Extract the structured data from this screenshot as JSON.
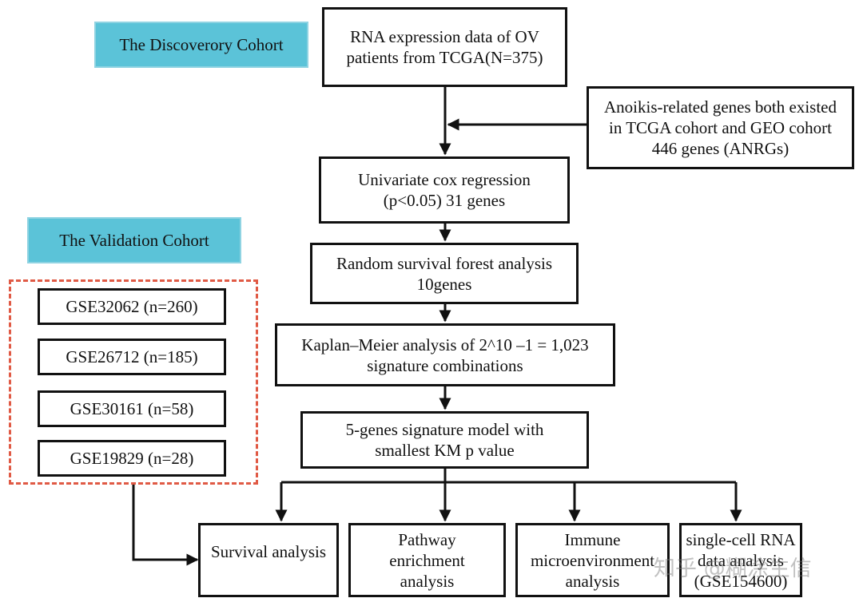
{
  "cohorts": {
    "discovery": "The Discoverory Cohort",
    "validation": "The Validation Cohort"
  },
  "steps": {
    "rna": "RNA expression data of OV\npatients from TCGA(N=375)",
    "anoikis": "Anoikis-related genes both existed\nin TCGA cohort and GEO cohort\n446 genes (ANRGs)",
    "univariate": "Univariate cox regression\n(p<0.05)  31 genes",
    "rsf": "Random survival forest analysis\n10genes",
    "km": "Kaplan–Meier analysis of 2^10 –1 = 1,023\nsignature combinations",
    "model": "5-genes signature model with\nsmallest KM p value"
  },
  "validation_sets": [
    "GSE32062 (n=260)",
    "GSE26712 (n=185)",
    "GSE30161 (n=58)",
    "GSE19829 (n=28)"
  ],
  "outputs": [
    "Survival analysis",
    "Pathway\nenrichment\nanalysis",
    "Immune\nmicroenvironment\nanalysis",
    "single-cell RNA\ndata analysis\n(GSE154600)"
  ],
  "watermark": "知乎 @糊涂生信",
  "colors": {
    "cohort_fill": "#5bc3d8",
    "dashed_border": "#e05a45",
    "line": "#111111"
  }
}
